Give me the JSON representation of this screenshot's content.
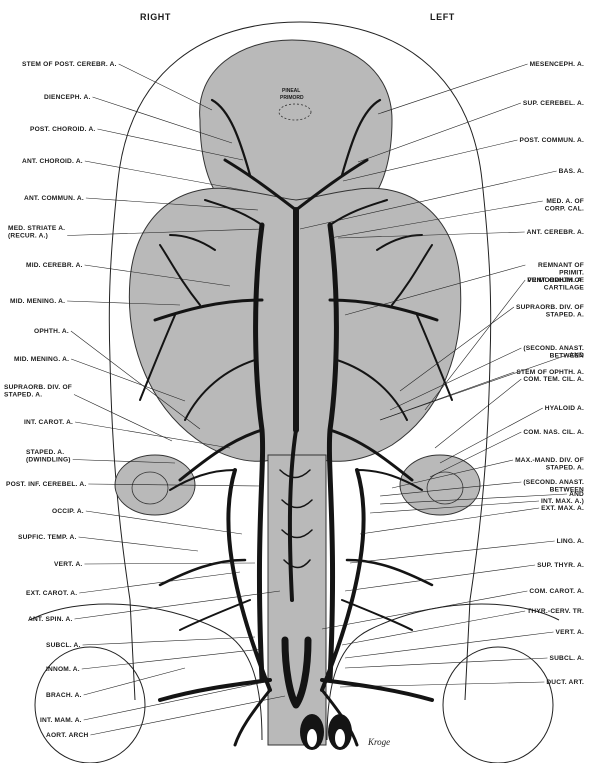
{
  "header": {
    "right": "RIGHT",
    "left": "LEFT"
  },
  "pineal": {
    "line1": "PINEAL",
    "line2": "PRIMORD"
  },
  "labels_left": [
    [
      "STEM OF POST. CEREBR. A."
    ],
    [
      "DIENCEPH. A."
    ],
    [
      "POST. CHOROID. A."
    ],
    [
      "ANT. CHOROID. A."
    ],
    [
      "ANT. COMMUN. A."
    ],
    [
      "MED. STRIATE A.",
      "(RECUR. A.)"
    ],
    [
      "MID. CEREBR. A."
    ],
    [
      "MID. MENING. A."
    ],
    [
      "OPHTH. A."
    ],
    [
      "MID. MENING. A."
    ],
    [
      "SUPRAORB. DIV. OF",
      "STAPED. A."
    ],
    [
      "INT. CAROT. A."
    ],
    [
      "STAPED. A.",
      "(DWINDLING)"
    ],
    [
      "POST. INF. CEREBEL. A."
    ],
    [
      "OCCIP. A."
    ],
    [
      "SUPFIC. TEMP. A."
    ],
    [
      "VERT. A."
    ],
    [
      "EXT. CAROT. A."
    ],
    [
      "ANT. SPIN. A."
    ],
    [
      "SUBCL. A."
    ],
    [
      "INNOM. A."
    ],
    [
      "BRACH. A."
    ],
    [
      "INT. MAM. A."
    ],
    [
      "AORT. ARCH"
    ]
  ],
  "labels_right": [
    [
      "MESENCEPH. A."
    ],
    [
      "SUP. CEREBEL. A."
    ],
    [
      "POST. COMMUN. A."
    ],
    [
      "BAS. A."
    ],
    [
      "MED. A. OF",
      "CORP. CAL."
    ],
    [
      "ANT. CEREBR. A."
    ],
    [
      "REMNANT OF",
      "PRIMIT.",
      "VENT. OPHTH. A."
    ],
    [
      "PRIMORDIUM OF",
      "CARTILAGE"
    ],
    [
      "SUPRAORB. DIV. OF",
      "STAPED. A."
    ],
    [
      "(SECOND. ANAST.",
      "BETWEEN"
    ],
    [
      "AND"
    ],
    [
      "STEM OF OPHTH. A."
    ],
    [
      "COM. TEM. CIL. A."
    ],
    [
      "HYALOID A."
    ],
    [
      "COM. NAS. CIL. A."
    ],
    [
      "MAX.-MAND. DIV. OF",
      "STAPED. A."
    ],
    [
      "(SECOND. ANAST.",
      "BETWEEN"
    ],
    [
      "AND"
    ],
    [
      "INT. MAX. A.)"
    ],
    [
      "EXT. MAX. A."
    ],
    [
      "LING. A."
    ],
    [
      "SUP. THYR. A."
    ],
    [
      "COM. CAROT. A."
    ],
    [
      "THYR.-CERV. TR."
    ],
    [
      "VERT. A."
    ],
    [
      "SUBCL. A."
    ],
    [
      "DUCT. ART."
    ]
  ],
  "signature": "Kroge"
}
